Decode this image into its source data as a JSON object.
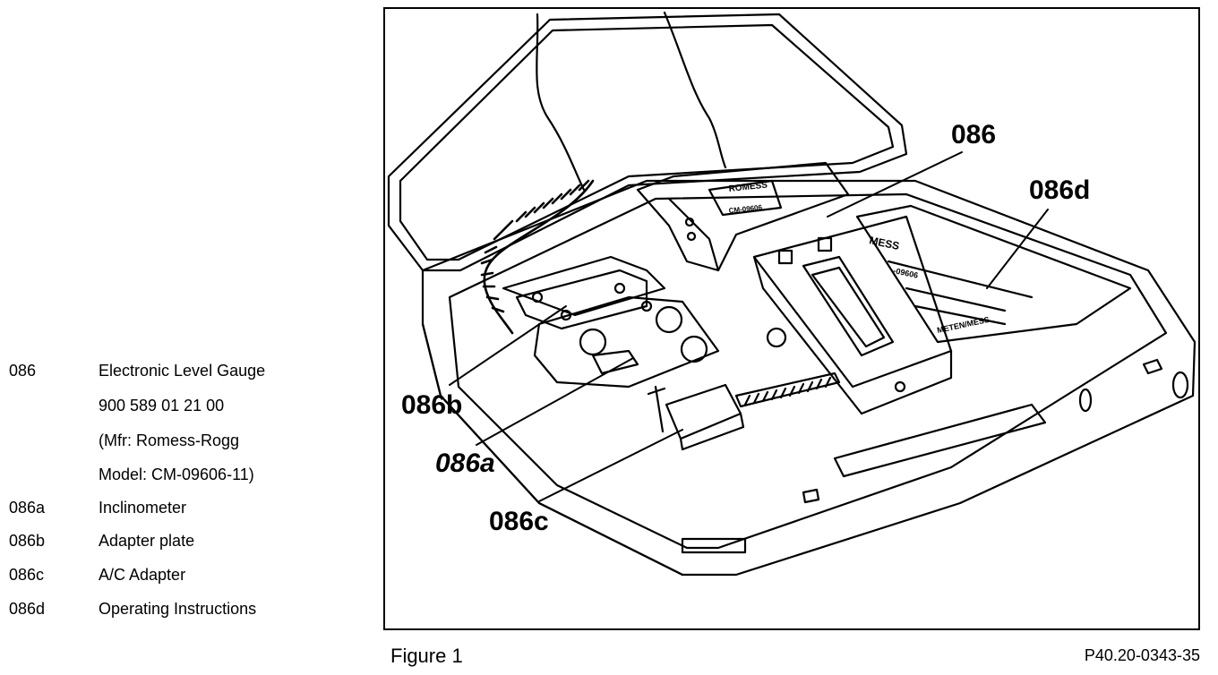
{
  "legend": {
    "items": [
      {
        "code": "086",
        "lines": [
          "Electronic Level Gauge",
          "900 589 01 21 00",
          "(Mfr: Romess-Rogg",
          "Model: CM-09606-11)"
        ]
      },
      {
        "code": "086a",
        "lines": [
          "Inclinometer"
        ]
      },
      {
        "code": "086b",
        "lines": [
          "Adapter plate"
        ]
      },
      {
        "code": "086c",
        "lines": [
          "A/C Adapter"
        ]
      },
      {
        "code": "086d",
        "lines": [
          "Operating Instructions"
        ]
      }
    ]
  },
  "figure": {
    "callouts": [
      "086",
      "086d",
      "086b",
      "086a",
      "086c"
    ],
    "caption": "Figure 1",
    "reference": "P40.20-0343-35",
    "device_labels": [
      "ROMESS",
      "CM-09606",
      "MESS",
      "-09606",
      "METEN/MESS"
    ]
  }
}
